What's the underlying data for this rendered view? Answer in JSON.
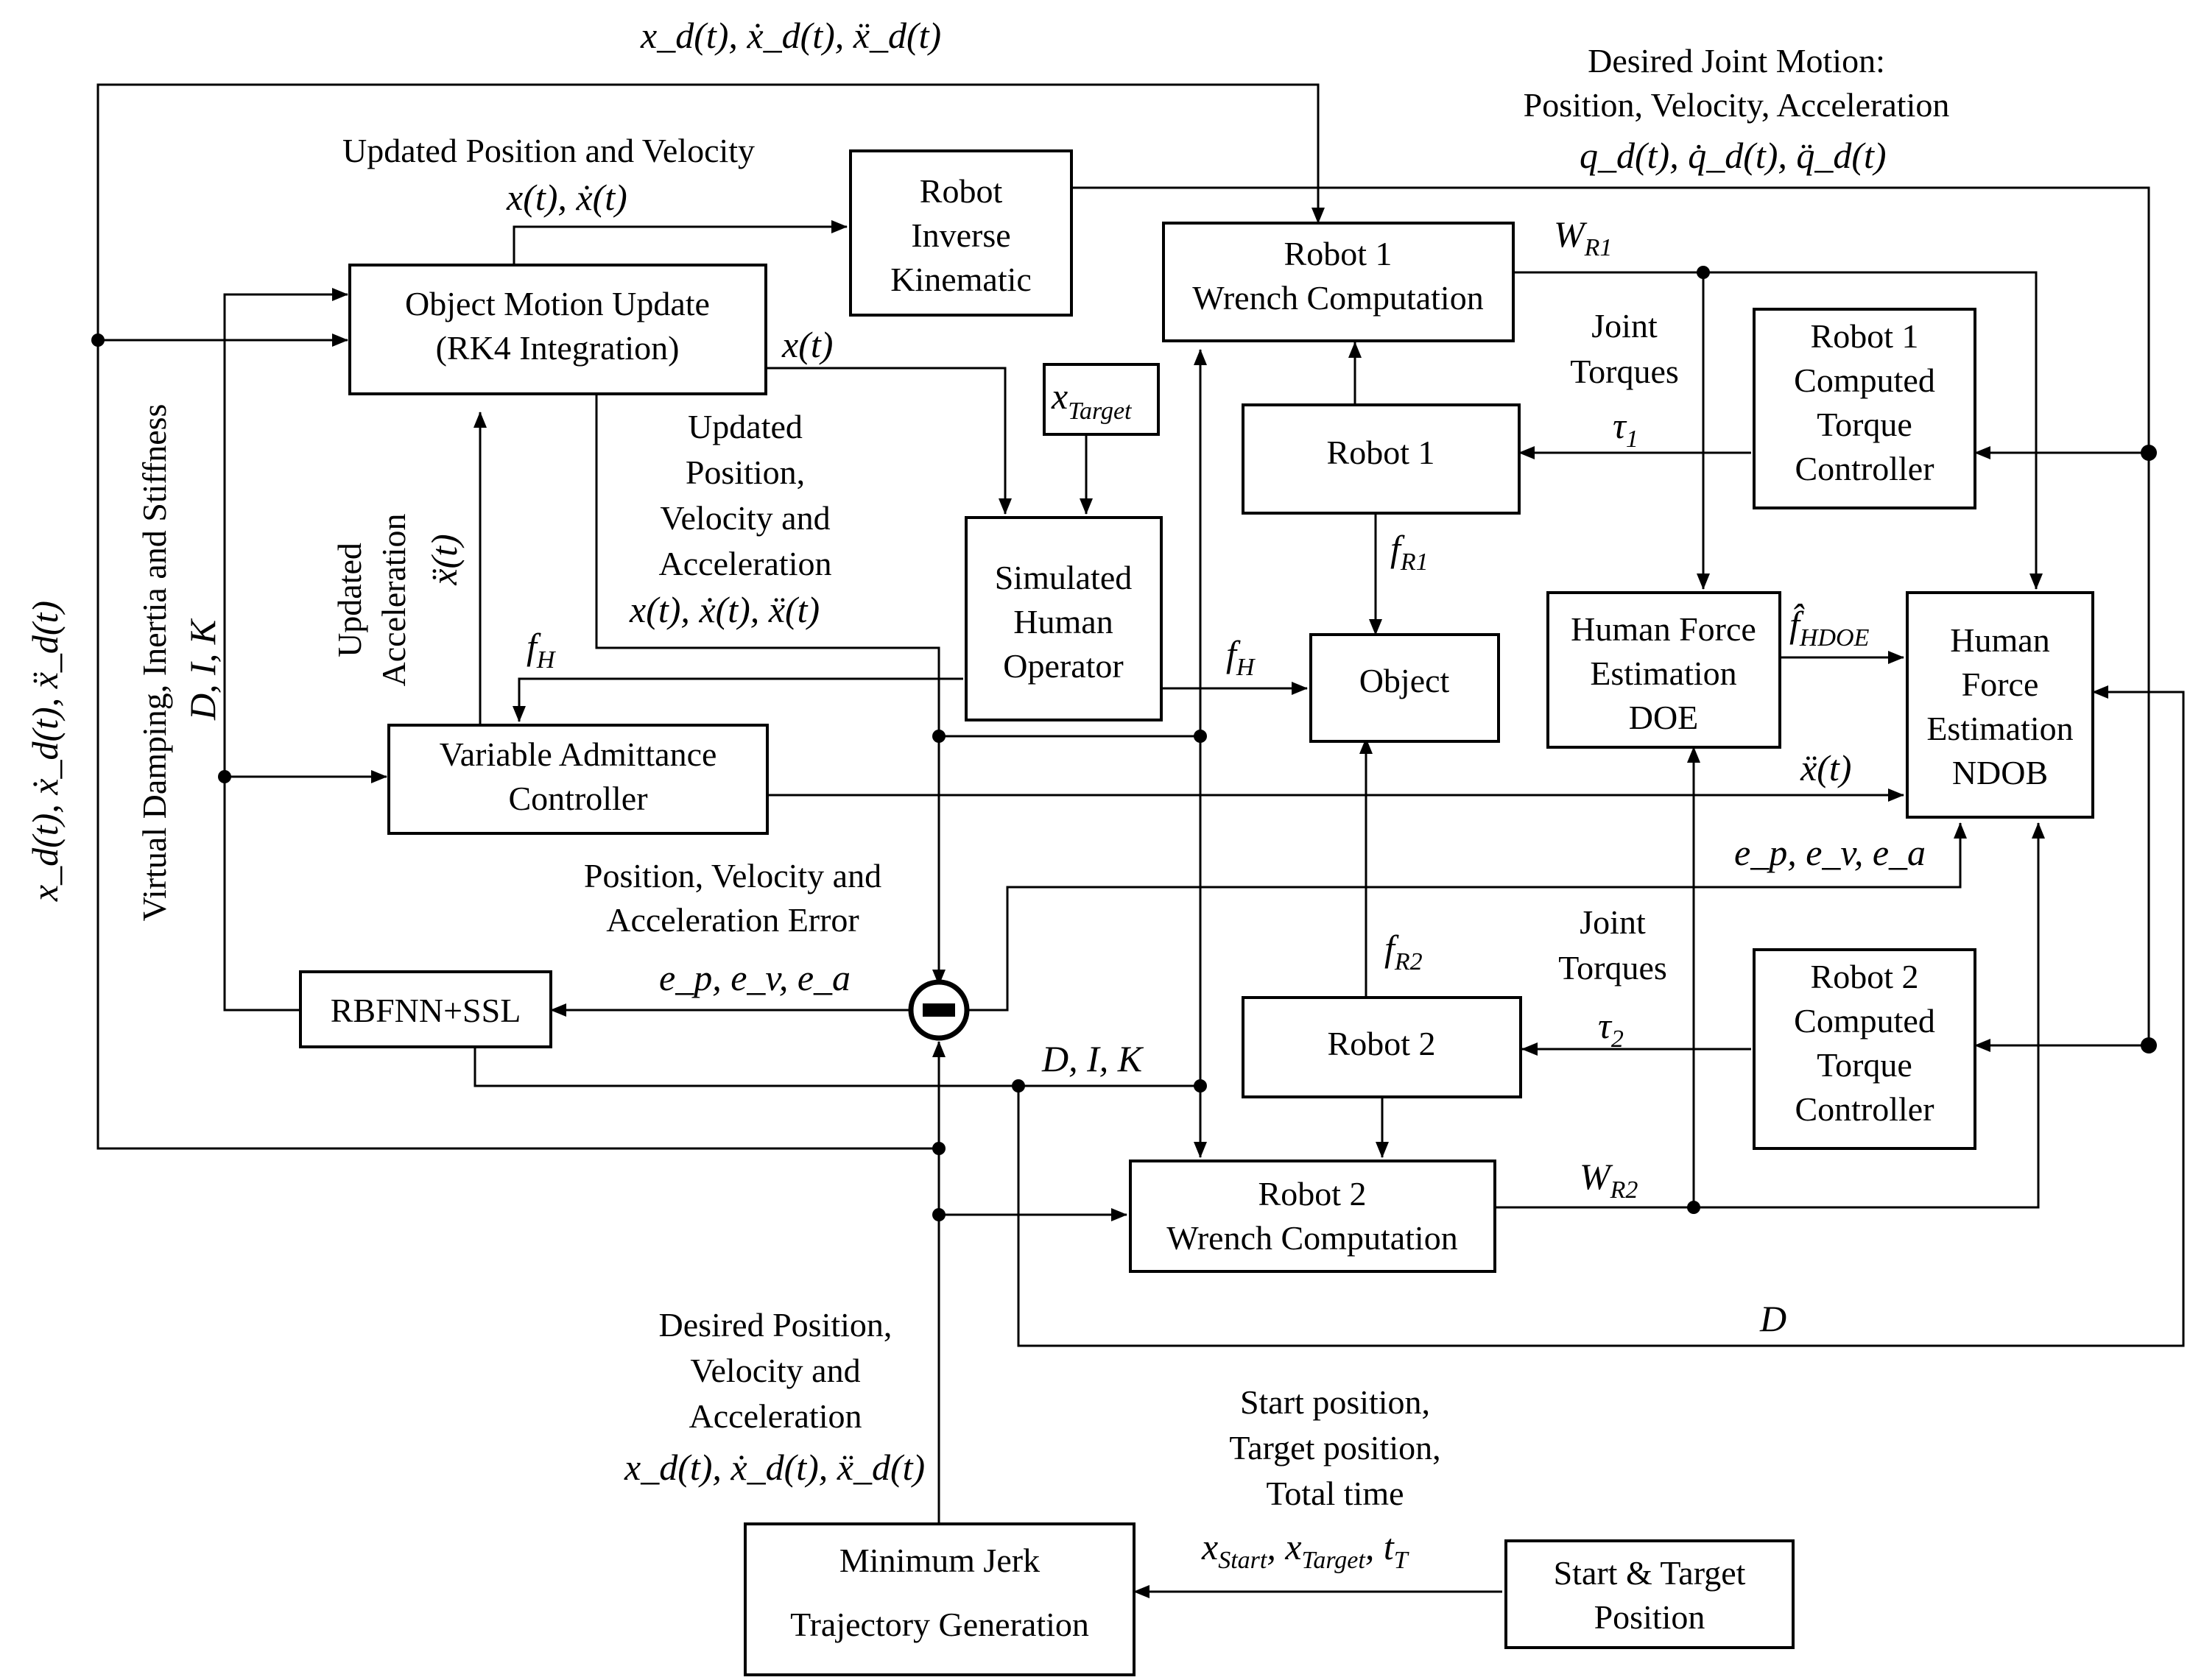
{
  "blocks": {
    "robot_ik": [
      "Robot",
      "Inverse",
      "Kinematic"
    ],
    "object_motion": [
      "Object Motion Update",
      "(RK4 Integration)"
    ],
    "robot1_wrench": [
      "Robot 1",
      "Wrench Computation"
    ],
    "robot1_ctc": [
      "Robot 1",
      "Computed",
      "Torque",
      "Controller"
    ],
    "robot1": [
      "Robot 1"
    ],
    "x_target": "x",
    "x_target_sub": "Target",
    "human_operator": [
      "Simulated",
      "Human",
      "Operator"
    ],
    "object": [
      "Object"
    ],
    "human_doe": [
      "Human Force",
      "Estimation",
      "DOE"
    ],
    "human_ndob": [
      "Human",
      "Force",
      "Estimation",
      "NDOB"
    ],
    "vac": [
      "Variable Admittance",
      "Controller"
    ],
    "rbfnn": [
      "RBFNN+SSL"
    ],
    "robot2": [
      "Robot 2"
    ],
    "robot2_ctc": [
      "Robot 2",
      "Computed",
      "Torque",
      "Controller"
    ],
    "robot2_wrench": [
      "Robot 2",
      "Wrench Computation"
    ],
    "min_jerk": [
      "Minimum Jerk",
      "Trajectory Generation"
    ],
    "start_target": [
      "Start & Target",
      "Position"
    ],
    "sum_sign": "−"
  },
  "labels": {
    "top_xd": "x_d(t), ẋ_d(t), ẍ_d(t)",
    "desired_joint": [
      "Desired Joint Motion:",
      "Position, Velocity, Acceleration"
    ],
    "qd": "q_d(t), q̇_d(t), q̈_d(t)",
    "updated_pos_vel": "Updated Position and Velocity",
    "x_xdot": "x(t), ẋ(t)",
    "wr1": "W",
    "wr1_sub": "R1",
    "joint_torques_1": [
      "Joint",
      "Torques"
    ],
    "tau1": "τ",
    "tau1_sub": "1",
    "x_t": "x(t)",
    "updated_pva": [
      "Updated",
      "Position,",
      "Velocity and",
      "Acceleration"
    ],
    "x_xdot_xddot": "x(t), ẋ(t), ẍ(t)",
    "fr1": "f",
    "fr1_sub": "R1",
    "fhat": "f̂",
    "fhat_sub": "HDOE",
    "updated_acc": [
      "Updated",
      "Acceleration"
    ],
    "xddot_vert": "ẍ(t)",
    "virtual_dis": "Virtual Damping, Inertia and Stiffness",
    "dik_vert": "D, I, K",
    "left_xd": "x_d(t), ẋ_d(t), ẍ_d(t)",
    "fh_left": "f",
    "fh_left_sub": "H",
    "fh_right": "f",
    "fh_right_sub": "H",
    "xddot_right": "ẍ(t)",
    "epva_right": "e_p, e_v, e_a",
    "pva_error": [
      "Position, Velocity and",
      "Acceleration Error"
    ],
    "epva_left": "e_p, e_v, e_a",
    "fr2": "f",
    "fr2_sub": "R2",
    "joint_torques_2": [
      "Joint",
      "Torques"
    ],
    "tau2": "τ",
    "tau2_sub": "2",
    "dik": "D, I, K",
    "wr2": "W",
    "wr2_sub": "R2",
    "d_bottom": "D",
    "desired_pva": [
      "Desired Position,",
      "Velocity and",
      "Acceleration"
    ],
    "xd_bottom": "x_d(t), ẋ_d(t), ẍ_d(t)",
    "start_target_total": [
      "Start position,",
      "Target position,",
      "Total time"
    ],
    "x_start": "x",
    "x_start_sub": "Start",
    "x_target2": ", x",
    "x_target2_sub": "Target",
    "t_total": ", t",
    "t_total_sub": "T"
  }
}
